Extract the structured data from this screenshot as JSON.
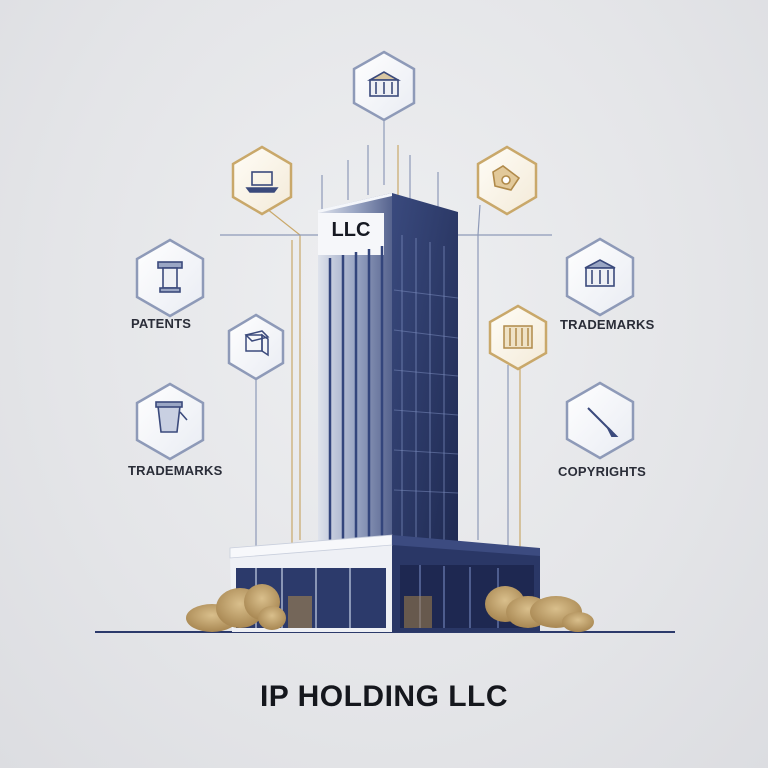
{
  "title": "IP HOLDING LLC",
  "building_sign": "LLC",
  "labels": {
    "left_top": "PATENTS",
    "right_top": "TRADEMARKS",
    "left_bottom": "TRADEMARKS",
    "right_bottom": "COPYRIGHTS"
  },
  "icons": [
    {
      "name": "bank-icon",
      "tone": "silver"
    },
    {
      "name": "laptop-icon",
      "tone": "gold"
    },
    {
      "name": "globe-icon",
      "tone": "gold"
    },
    {
      "name": "pillar-icon",
      "tone": "silver"
    },
    {
      "name": "box-icon",
      "tone": "silver"
    },
    {
      "name": "courthouse-icon",
      "tone": "silver"
    },
    {
      "name": "building-icon",
      "tone": "gold"
    },
    {
      "name": "bucket-icon",
      "tone": "silver"
    },
    {
      "name": "pen-icon",
      "tone": "silver"
    }
  ],
  "colors": {
    "navy": "#2c3a6b",
    "gold": "#c9a86a",
    "silver": "#8e9ab8"
  }
}
